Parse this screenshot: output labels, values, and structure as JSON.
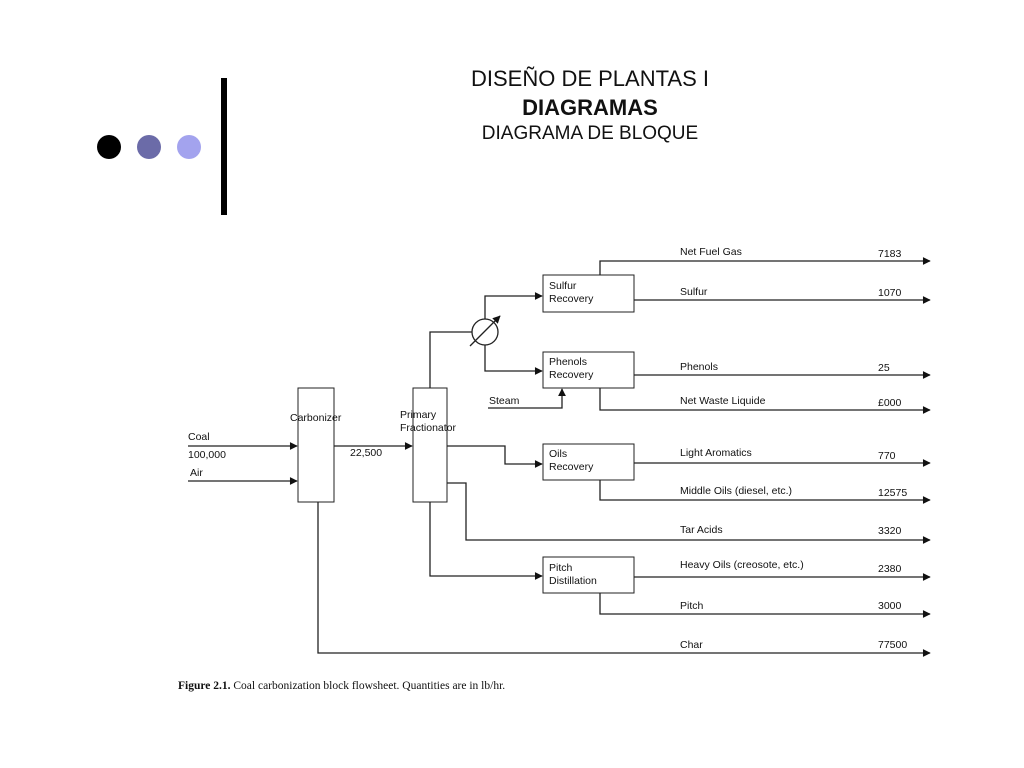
{
  "slide": {
    "title_line1": "DISEÑO DE PLANTAS I",
    "title_line2": "DIAGRAMAS",
    "title_line3": "DIAGRAMA DE BLOQUE",
    "dot_colors": [
      "#000000",
      "#6b6ba8",
      "#a3a3ee"
    ]
  },
  "figure": {
    "caption_bold": "Figure 2.1.",
    "caption_text": "Coal carbonization block flowsheet. Quantities are in lb/hr.",
    "blocks": {
      "carbonizer": "Carbonizer",
      "primary_fractionator": [
        "Primary",
        "Fractionator"
      ],
      "sulfur_recovery": [
        "Sulfur",
        "Recovery"
      ],
      "phenols_recovery": [
        "Phenols",
        "Recovery"
      ],
      "oils_recovery": [
        "Oils",
        "Recovery"
      ],
      "pitch_distillation": [
        "Pitch",
        "Distillation"
      ]
    },
    "inputs": {
      "coal_label": "Coal",
      "coal_value": "100,000",
      "air_label": "Air",
      "steam_label": "Steam",
      "intermediate_value": "22,500"
    },
    "streams": [
      {
        "label": "Net Fuel Gas",
        "value": "7183"
      },
      {
        "label": "Sulfur",
        "value": "1070"
      },
      {
        "label": "Phenols",
        "value": "25"
      },
      {
        "label": "Net Waste Liquide",
        "value": "£000"
      },
      {
        "label": "Light Aromatics",
        "value": "770"
      },
      {
        "label": "Middle Oils (diesel, etc.)",
        "value": "12575"
      },
      {
        "label": "Tar Acids",
        "value": "3320"
      },
      {
        "label": "Heavy Oils (creosote, etc.)",
        "value": "2380"
      },
      {
        "label": "Pitch",
        "value": "3000"
      },
      {
        "label": "Char",
        "value": "77500"
      }
    ]
  }
}
